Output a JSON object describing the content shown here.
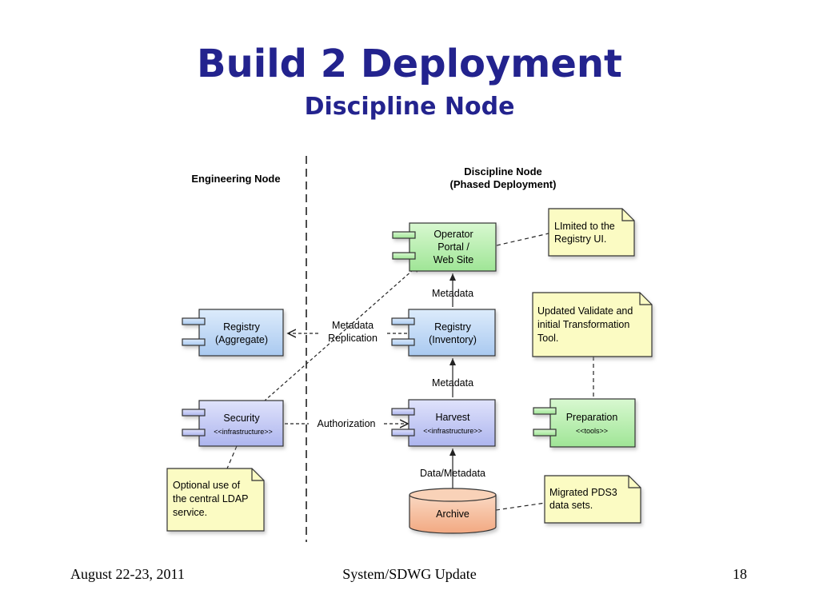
{
  "slide": {
    "title": "Build 2 Deployment",
    "subtitle": "Discipline Node"
  },
  "footer": {
    "date": "August 22-23, 2011",
    "center": "System/SDWG Update",
    "page": "18"
  },
  "diagram": {
    "engineering_header": "Engineering Node",
    "discipline_header": [
      "Discipline Node",
      "(Phased Deployment)"
    ],
    "components": {
      "operator_portal": {
        "lines": [
          "Operator",
          "Portal /",
          "Web Site"
        ]
      },
      "registry_aggregate": {
        "lines": [
          "Registry",
          "(Aggregate)"
        ]
      },
      "registry_inventory": {
        "lines": [
          "Registry",
          "(Inventory)"
        ]
      },
      "security": {
        "name": "Security",
        "stereotype": "<<infrastructure>>"
      },
      "harvest": {
        "name": "Harvest",
        "stereotype": "<<infrastructure>>"
      },
      "preparation": {
        "name": "Preparation",
        "stereotype": "<<tools>>"
      },
      "archive": {
        "name": "Archive"
      }
    },
    "edge_labels": {
      "metadata_top": "Metadata",
      "metadata_mid": "Metadata",
      "metadata_replication": [
        "Metadata",
        "Replication"
      ],
      "authorization": "Authorization",
      "data_metadata": "Data/Metadata"
    },
    "notes": {
      "registry_ui": [
        "LImited to the",
        "Registry UI."
      ],
      "validate": [
        "Updated Validate and",
        "initial Transformation",
        "Tool."
      ],
      "pds3": [
        "Migrated PDS3",
        "data sets."
      ],
      "ldap": [
        "Optional use of",
        "the central LDAP",
        "service."
      ]
    },
    "colors": {
      "green_fill": "#b9f0b0",
      "blue_fill": "#bcd6f5",
      "harvest_fill": "#c6ccf5",
      "archive_fill": "#f7c3a3",
      "note_fill": "#fbfbc3",
      "title": "#23238e"
    }
  }
}
